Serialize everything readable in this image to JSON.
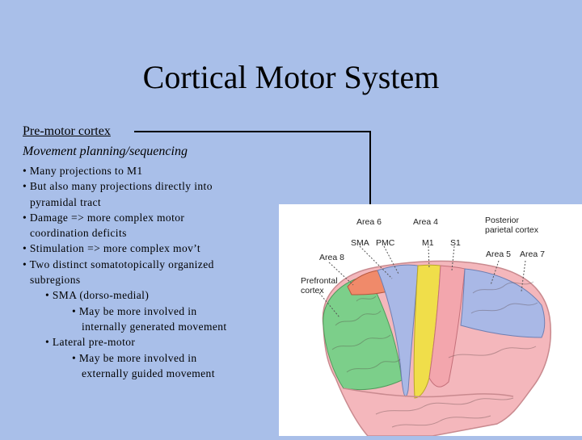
{
  "slide": {
    "title": "Cortical Motor System",
    "heading": "Pre-motor cortex",
    "subheading": "Movement planning/sequencing",
    "bullets": [
      "• Many projections to M1",
      "• But also many projections directly into",
      "pyramidal tract",
      "• Damage => more complex motor",
      "coordination deficits",
      "• Stimulation => more complex mov’t",
      "• Two distinct somatotopically organized",
      "subregions",
      "• SMA (dorso-medial)",
      "• May be more involved in",
      "internally generated movement",
      "• Lateral pre-motor",
      "• May be more involved in",
      "externally guided movement"
    ]
  },
  "figure": {
    "labels": {
      "area6": "Area 6",
      "area4": "Area 4",
      "posterior": "Posterior",
      "parietal": "parietal cortex",
      "sma": "SMA",
      "pmc": "PMC",
      "m1": "M1",
      "s1": "S1",
      "area8": "Area 8",
      "area5": "Area 5",
      "area7": "Area 7",
      "prefrontal": "Prefrontal",
      "cortex": "cortex"
    },
    "colors": {
      "prefrontal": "#7ccf8a",
      "area8": "#f08a6a",
      "premotor": "#a9b8e6",
      "m1": "#f0de4a",
      "s1": "#f3a6ad",
      "temporal": "#f4b7bc",
      "parietal": "#a9b8e6"
    }
  }
}
